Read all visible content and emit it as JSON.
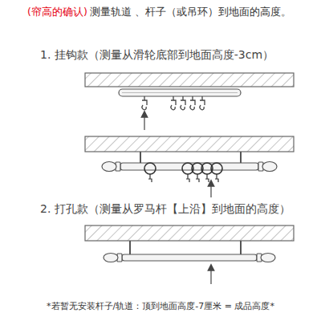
{
  "diagram": {
    "labels": [
      "(帘高的确认)",
      "测量轨道 、杆子（或吊环）到地面的高度。",
      "1. 挂钩款（测量从滑轮底部到地面高度-3cm）",
      "2. 打孔款（测量从罗马杆【上沿】到地面的高度）",
      "*若暂无安装杆子/轨道：顶到地面高度-7厘米 = 成品高度*"
    ]
  }
}
